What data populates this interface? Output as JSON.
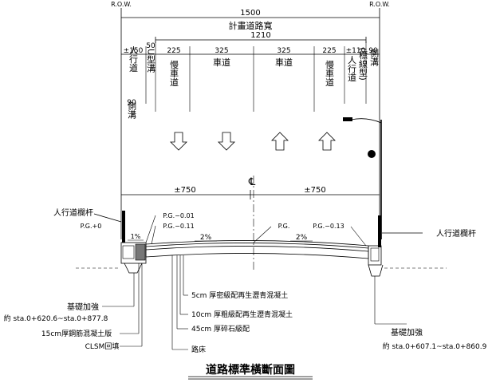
{
  "title": "道路標準橫斷面圖",
  "row_label_left": "R.O.W.",
  "row_label_right": "R.O.W.",
  "total_width": "1500",
  "planned_width_label": "計畫道路寬",
  "carriageway_width": "1210",
  "top_segments": {
    "left_sidewalk": "±150",
    "u_gutter": "50",
    "slow_lane_left": "225",
    "lane_left": "325",
    "lane_right": "325",
    "slow_lane_right": "225",
    "right_sidewalk": "±110",
    "right_ditch": "90",
    "left_ditch": "90"
  },
  "lane_labels": {
    "left_sidewalk": "人行道",
    "u_gutter": "U型溝",
    "slow_lane_left": "慢車道",
    "lane_left": "車道",
    "lane_right": "車道",
    "slow_lane_right": "慢車道",
    "right_sidewalk": "人行道",
    "right_marked_ditch": "(標線型)",
    "right_ditch": "側溝",
    "left_ditch": "側溝"
  },
  "half_width_left": "±750",
  "half_width_right": "±750",
  "centerline_symbol": "℄",
  "railing_left": "人行道欄杆",
  "railing_right": "人行道欄杆",
  "pg_labels": {
    "left_edge": "P.G.+0",
    "left_1": "P.G.−0.01",
    "left_2": "P.G.−0.11",
    "center": "P.G.",
    "right": "P.G.−0.13"
  },
  "slopes": {
    "sidewalk": "1%",
    "left": "2%",
    "right": "2%"
  },
  "layers": [
    "5cm 厚密級配再生瀝青混凝土",
    "10cm 厚粗級配再生瀝青混凝土",
    "45cm 厚碎石級配",
    "路床"
  ],
  "left_callouts": [
    "基礎加強",
    "約 sta.0+620.6~sta.0+877.8",
    "15cm厚鋼筋混凝土版",
    "CLSM回填"
  ],
  "right_callouts": [
    "基礎加強",
    "約 sta.0+607.1~sta.0+860.9"
  ]
}
